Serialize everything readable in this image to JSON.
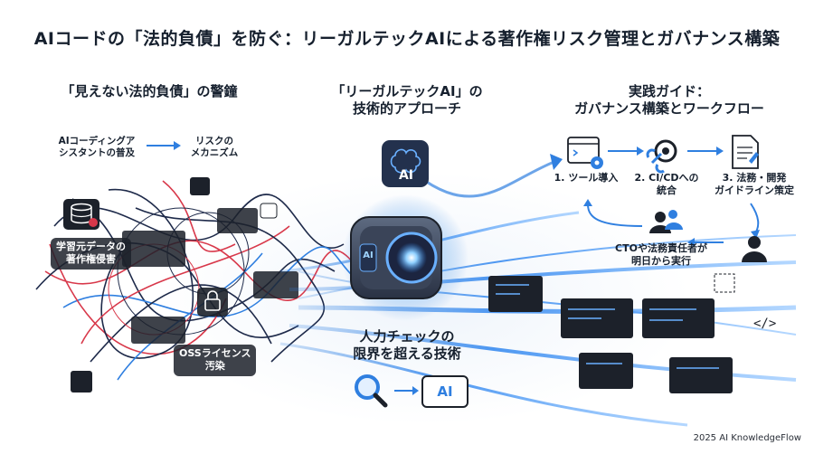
{
  "title": "AIコードの「法的負債」を防ぐ：リーガルテックAIによる著作権リスク管理とガバナンス構築",
  "left": {
    "heading": "「見えない法的負債」の警鐘",
    "step1": [
      "AIコーディングア",
      "シスタントの普及"
    ],
    "step2": [
      "リスクの",
      "メカニズム"
    ],
    "badge_data": [
      "学習元データの",
      "著作権侵害"
    ],
    "badge_oss": [
      "OSSライセンス",
      "汚染"
    ]
  },
  "center": {
    "heading": [
      "「リーガルテックAI」の",
      "技術的アプローチ"
    ],
    "ai_icon_text": "AI",
    "core_text": "AI",
    "bottom_heading": [
      "人力チェックの",
      "限界を超える技術"
    ],
    "bottom_ai_text": "AI"
  },
  "right": {
    "heading": [
      "実践ガイド：",
      "ガバナンス構築とワークフロー"
    ],
    "step1": "1. ツール導入",
    "step2": [
      "2. CI/CDへの",
      "統合"
    ],
    "step3": [
      "3. 法務・開発",
      "ガイドライン策定"
    ],
    "step4": [
      "CTOや法務責任者が",
      "明日から実行"
    ]
  },
  "footer": "2025 AI KnowledgeFlow",
  "colors": {
    "accent_blue": "#2f7fe0",
    "dark": "#1c212a",
    "red_wire": "#d8384a",
    "navy_wire": "#1e2a4a"
  },
  "icons": [
    "database-icon",
    "lock-icon",
    "brain-ai-icon",
    "ai-core-icon",
    "magnifier-icon",
    "code-gear-icon",
    "link-gear-icon",
    "document-icon",
    "team-icon",
    "person-icon",
    "code-tag-icon"
  ]
}
